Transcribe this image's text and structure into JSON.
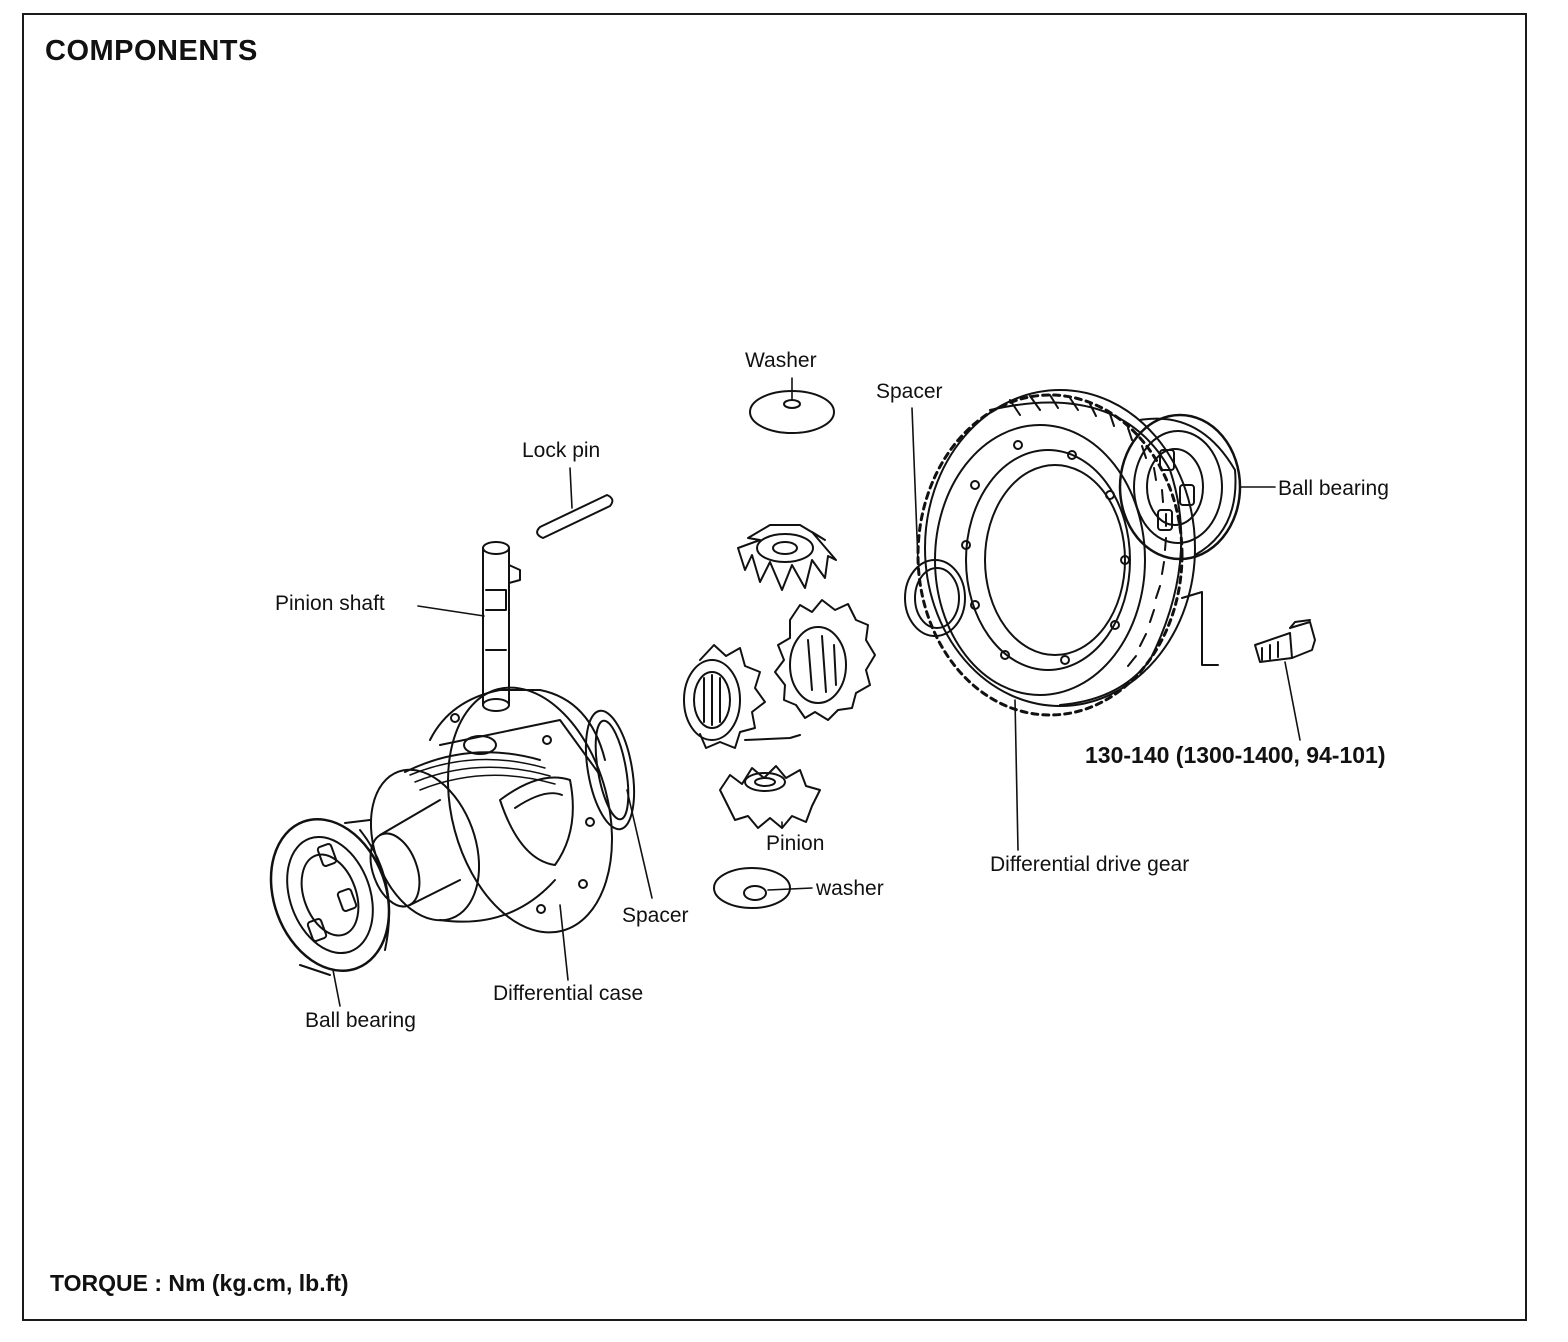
{
  "header": {
    "title": "COMPONENTS"
  },
  "labels": {
    "washer_top": "Washer",
    "spacer_right": "Spacer",
    "lock_pin": "Lock pin",
    "ball_bearing_right": "Ball bearing",
    "pinion_shaft": "Pinion shaft",
    "bolt_torque": "130-140 (1300-1400, 94-101)",
    "pinion": "Pinion",
    "washer_bottom": "washer",
    "differential_drive_gear": "Differential drive gear",
    "spacer_left": "Spacer",
    "differential_case": "Differential case",
    "ball_bearing_left": "Ball bearing"
  },
  "footer": {
    "torque_units": "TORQUE : Nm (kg.cm, lb.ft)"
  }
}
